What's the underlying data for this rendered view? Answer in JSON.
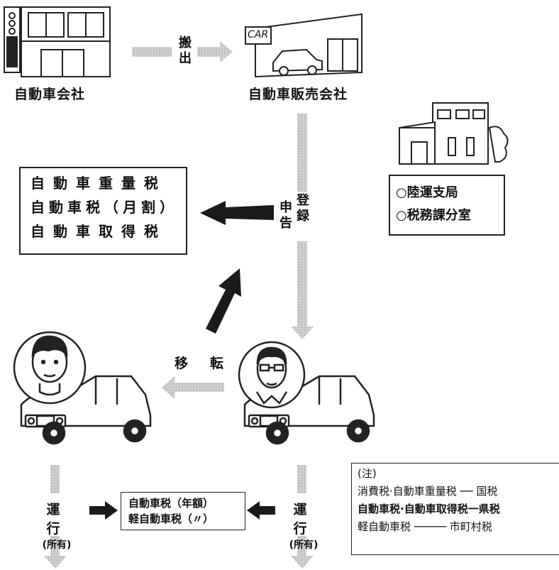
{
  "nodes": {
    "manufacturer": "自動車会社",
    "dealer": "自動車販売会社"
  },
  "ship_label": [
    "搬",
    "出"
  ],
  "register_label": {
    "col_right": [
      "登",
      "録"
    ],
    "col_left": [
      "申",
      "告"
    ]
  },
  "transfer_label": "移　転",
  "tax_box": [
    "自動車重量税",
    "自動車税（月割）",
    "自動車取得税"
  ],
  "offices": [
    "○陸運支局",
    "○税務課分室"
  ],
  "operation": {
    "label": "運　行",
    "sub": "(所有)"
  },
  "annual_tax_box": [
    "自動車税（年額）",
    "軽自動車税（〃）"
  ],
  "note": {
    "title": "(注)",
    "lines": [
      "消費税·自動車重量税 ── 国税",
      "自動車税·自動車取得税一県税",
      "軽自動車税 ───── 市町村税"
    ]
  },
  "car_shop_sign": "CAR",
  "colors": {
    "gray_arrow": "#c8c8c8",
    "black_arrow": "#1a1a1a"
  }
}
